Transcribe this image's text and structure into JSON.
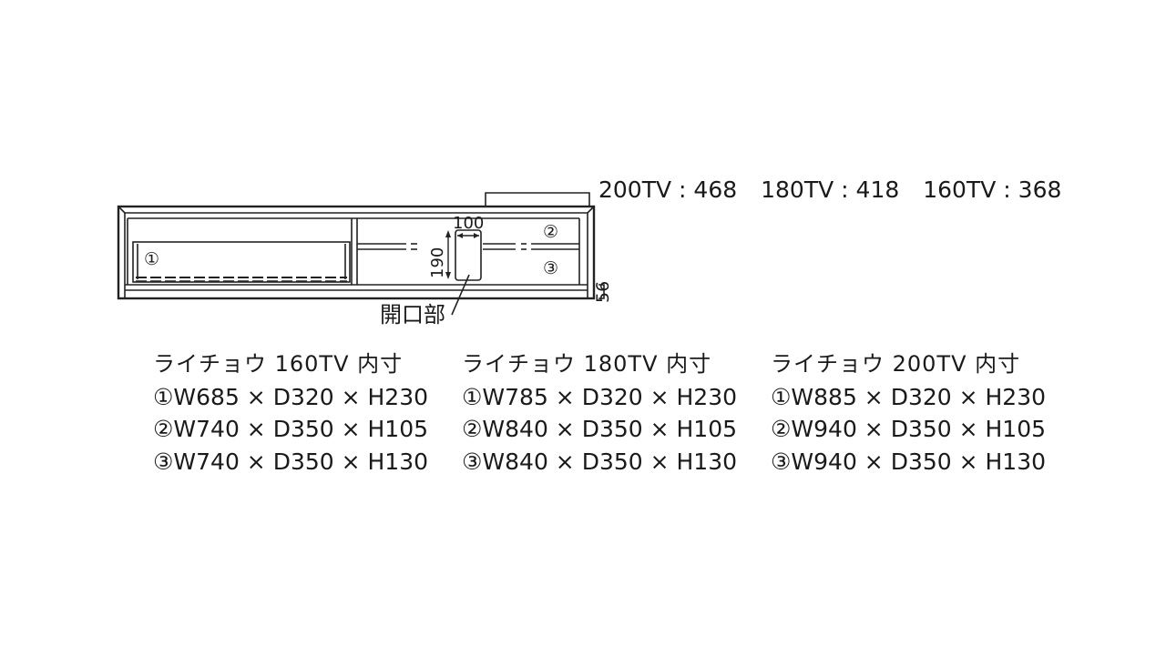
{
  "diagram": {
    "top_dimension_labels": [
      "200TV : 468",
      "180TV : 418",
      "160TV : 368"
    ],
    "width_dim": "100",
    "height_dim": "190",
    "base_dim": "56",
    "opening_label": "開口部",
    "compartment_markers": [
      "①",
      "②",
      "③"
    ]
  },
  "specs": [
    {
      "title": "ライチョウ 160TV 内寸",
      "rows": [
        "①W685 × D320 × H230",
        "②W740 × D350 × H105",
        "③W740 × D350 × H130"
      ]
    },
    {
      "title": "ライチョウ 180TV 内寸",
      "rows": [
        "①W785 × D320 × H230",
        "②W840 × D350 × H105",
        "③W840 × D350 × H130"
      ]
    },
    {
      "title": "ライチョウ 200TV 内寸",
      "rows": [
        "①W885 × D320 × H230",
        "②W940 × D350 × H105",
        "③W940 × D350 × H130"
      ]
    }
  ]
}
